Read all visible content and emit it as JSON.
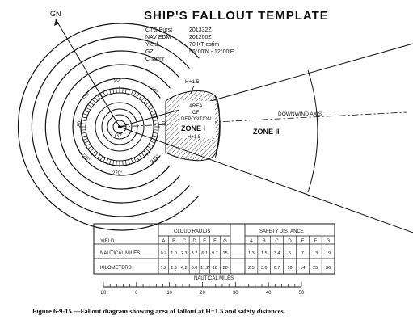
{
  "template": {
    "title": "SHIP'S FALLOUT TEMPLATE",
    "fields": [
      {
        "label": "CTG Burst",
        "value": "201332Z"
      },
      {
        "label": "NAV EDM",
        "value": "201200Z"
      },
      {
        "label": "Yield",
        "value": "70 KT estim"
      },
      {
        "label": "GZ",
        "value": "56°00'N - 12°00'E"
      },
      {
        "label": "Chartnr",
        "value": ""
      }
    ]
  },
  "diagram": {
    "gn_label": "GN",
    "gz_label": "GZ",
    "h_label": "H+1.5",
    "deposition_label": [
      "AREA",
      "OF",
      "DEPOSITION",
      "H+1.5"
    ],
    "zone1_label": "ZONE I",
    "zone2_label": "ZONE II",
    "axis_label": "DOWNWIND AXIS",
    "bearing_labels": [
      "90°",
      "135°",
      "45°",
      "180°",
      "0°",
      "225°",
      "270°",
      "315°"
    ]
  },
  "table": {
    "group_headers": [
      "CLOUD RADIUS",
      "SAFETY DISTANCE"
    ],
    "columns": [
      "A",
      "B",
      "C",
      "D",
      "E",
      "F",
      "G"
    ],
    "rows": [
      {
        "label": "NAUTICAL MILES",
        "cloud": [
          "0.7",
          "1.0",
          "2.3",
          "3.7",
          "6.1",
          "9.7",
          "15"
        ],
        "safety": [
          "1.3",
          "1.5",
          "3.4",
          "5",
          "7",
          "13",
          "19"
        ]
      },
      {
        "label": "KILOMETERS",
        "cloud": [
          "1.2",
          "1.9",
          "4.2",
          "6.8",
          "11.2",
          "18",
          "28"
        ],
        "safety": [
          "2.5",
          "3.0",
          "6.7",
          "10",
          "14",
          "25",
          "36"
        ]
      }
    ],
    "yield_label": "YIELD"
  },
  "scale": {
    "label": "NAUTICAL MILES",
    "ticks": [
      "80",
      "0",
      "10",
      "20",
      "30",
      "40",
      "50"
    ]
  },
  "caption": "Figure 6-9-15.—Fallout diagram showing area of fallout at H+1.5 and safety distances."
}
